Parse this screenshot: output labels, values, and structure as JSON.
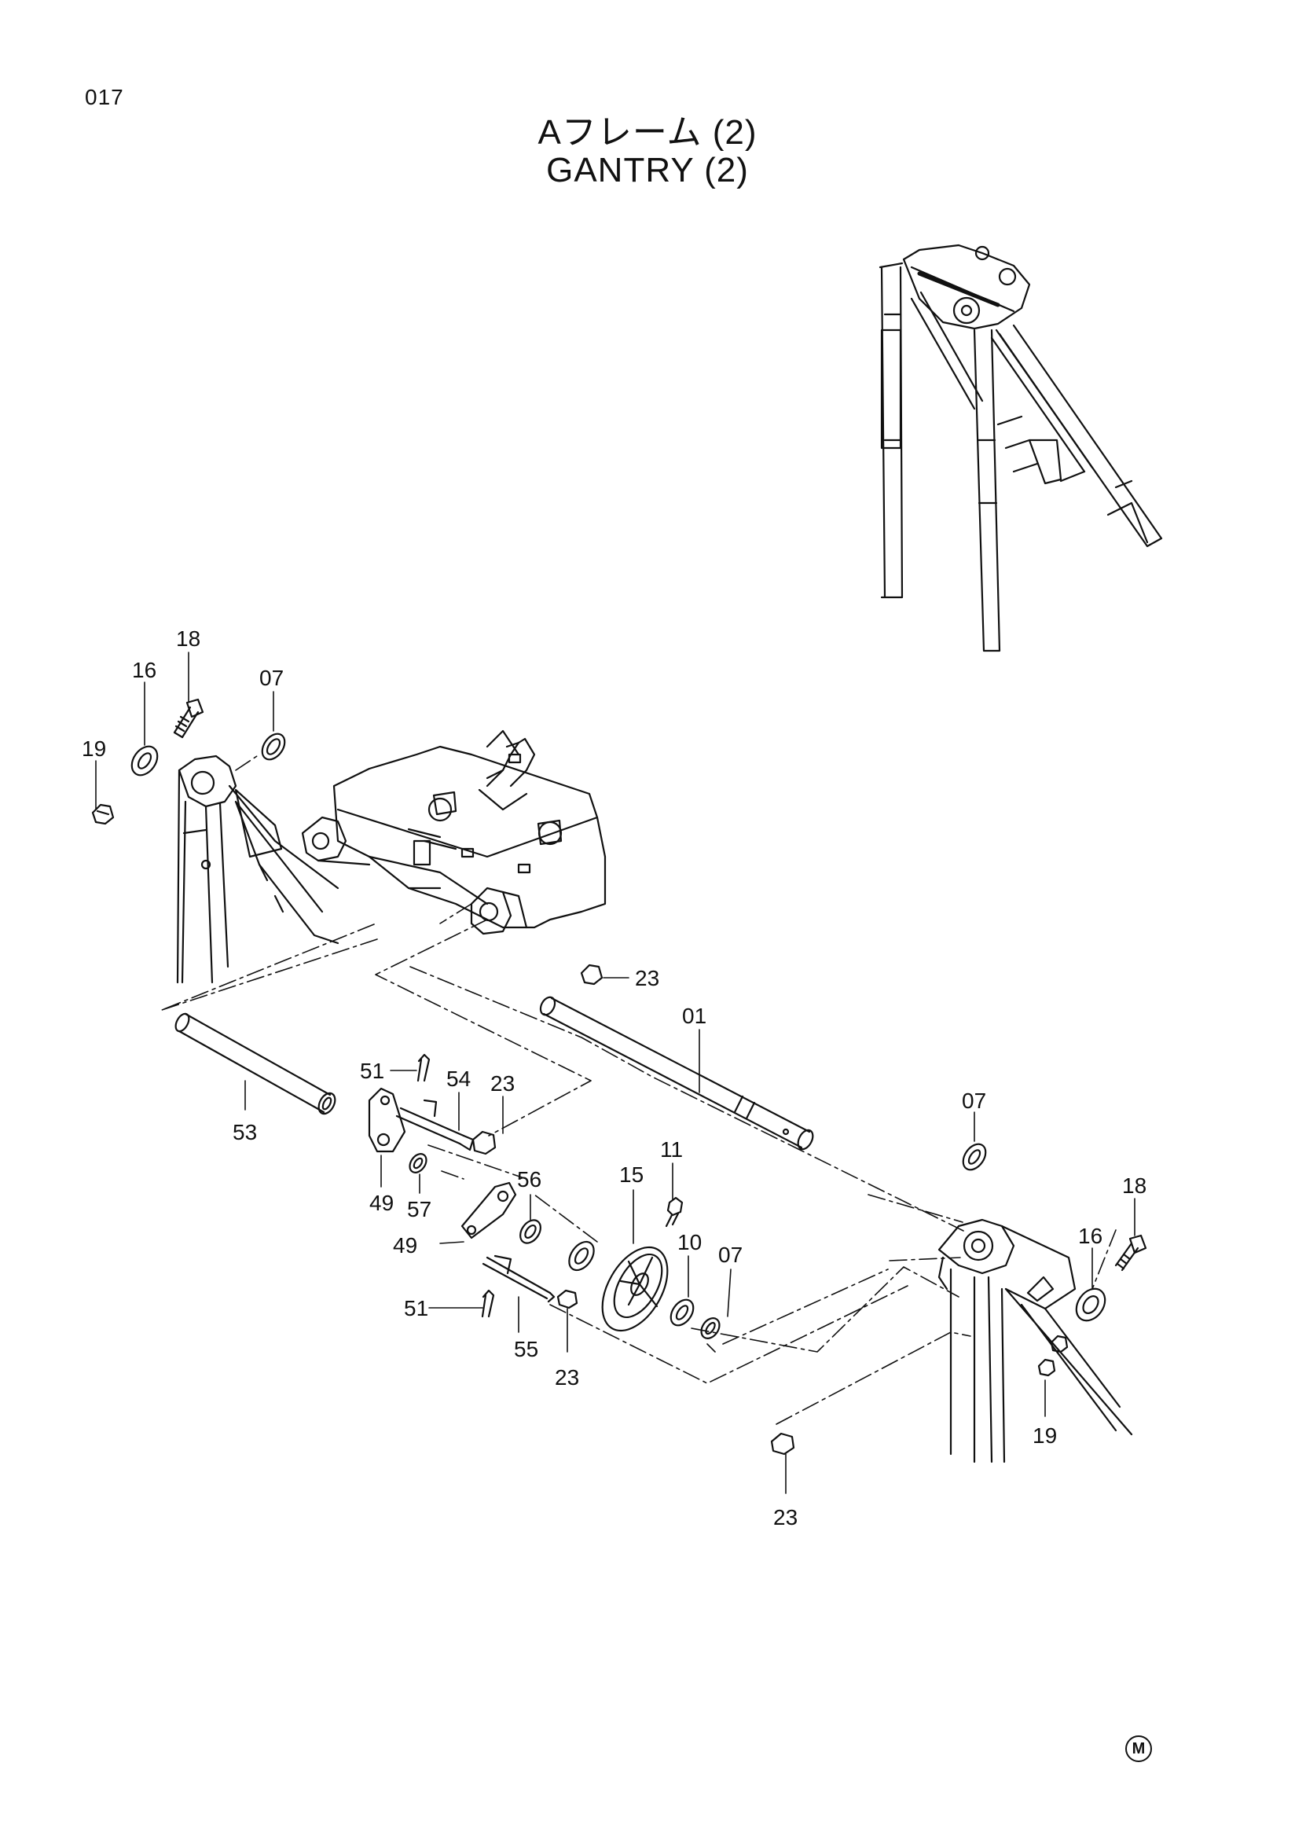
{
  "page_number": "017",
  "title_jp": "Aフレーム (2)",
  "title_en": "GANTRY (2)",
  "callouts": {
    "c18a": "18",
    "c16a": "16",
    "c07a": "07",
    "c19a": "19",
    "c23a": "23",
    "c01": "01",
    "c51a": "51",
    "c54": "54",
    "c23b": "23",
    "c53": "53",
    "c49a": "49",
    "c57": "57",
    "c56": "56",
    "c49b": "49",
    "c15": "15",
    "c11": "11",
    "c10": "10",
    "c07b": "07",
    "c51b": "51",
    "c55": "55",
    "c23c": "23",
    "c07c": "07",
    "c18b": "18",
    "c16b": "16",
    "c19b": "19",
    "c23d": "23"
  },
  "maker_mark": "M"
}
